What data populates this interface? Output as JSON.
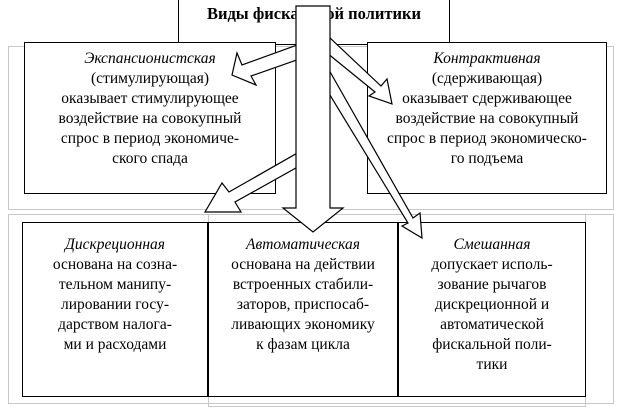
{
  "diagram": {
    "title": "Виды фискальной политики",
    "top_left": {
      "heading": "Экспансионистская",
      "lines": [
        "(стимулирующая)",
        "оказывает стимулирующее",
        "воздействие на совокупный",
        "спрос в период экономиче-",
        "ского спада"
      ]
    },
    "top_right": {
      "heading": "Контрактивная",
      "lines": [
        "(сдерживающая)",
        "оказывает сдерживающее",
        "воздействие на совокупный",
        "спрос в период экономическо-",
        "го подъема"
      ]
    },
    "bottom_left": {
      "heading": "Дискреционная",
      "lines": [
        "основана на созна-",
        "тельном  манипу-",
        "лировании госу-",
        "дарством налога-",
        "ми и расходами"
      ]
    },
    "bottom_center": {
      "heading": "Автоматическая",
      "lines": [
        "основана на действии",
        "встроенных стабили-",
        "заторов, приспосаб-",
        "ливающих экономику",
        "к фазам цикла"
      ]
    },
    "bottom_right": {
      "heading": "Смешанная",
      "lines": [
        "допускает исполь-",
        "зование рычагов",
        "дискреционной и",
        "автоматической",
        "фискальной поли-",
        "тики"
      ]
    }
  }
}
